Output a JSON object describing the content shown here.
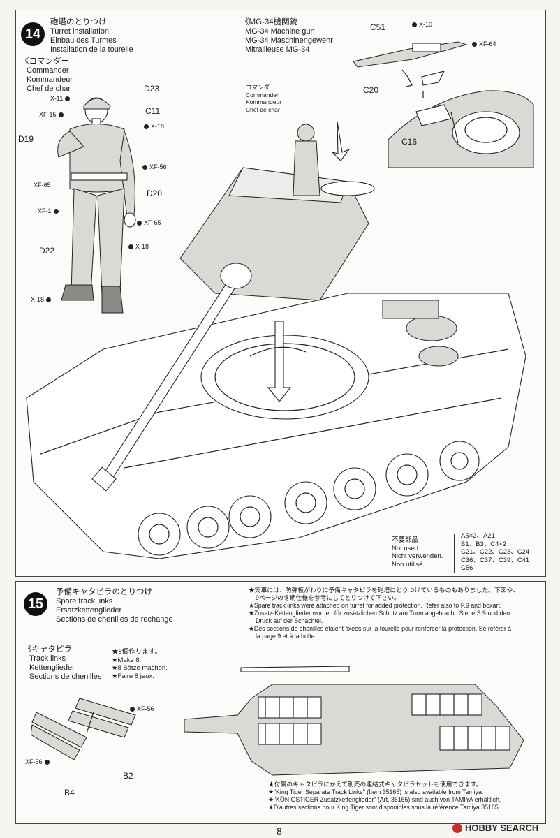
{
  "step14": {
    "number": "14",
    "title_jp": "砲塔のとりつけ",
    "title_en": "Turret installation",
    "title_de": "Einbau des Turmes",
    "title_fr": "Installation de la tourelle",
    "commander_jp": "《コマンダー",
    "commander_en": "Commander",
    "commander_de": "Kommandeur",
    "commander_fr": "Chef de char",
    "mg_jp": "《MG-34機関銃",
    "mg_en": "MG-34 Machine gun",
    "mg_de": "MG-34 Maschinengewehr",
    "mg_fr": "Mitrailleuse MG-34",
    "small_commander_jp": "コマンダー",
    "small_commander_en": "Commander",
    "small_commander_de": "Kommandeur",
    "small_commander_fr": "Chef de char",
    "parts": {
      "d23": "D23",
      "c11": "C11",
      "d19": "D19",
      "d20": "D20",
      "d22": "D22",
      "c51": "C51",
      "c20": "C20",
      "c16": "C16"
    },
    "paints": {
      "x11": "X-11",
      "xf15": "XF-15",
      "x18a": "X-18",
      "xf56": "XF-56",
      "xf65a": "XF-65",
      "xf1": "XF-1",
      "xf65b": "XF-65",
      "x18b": "X-18",
      "x18c": "X-18",
      "x10": "X-10",
      "xf64": "XF-64"
    },
    "unused_jp": "不要部品",
    "unused_en": "Not used.",
    "unused_de": "Nicht verwenden.",
    "unused_fr": "Non utilisé.",
    "unused_parts": [
      "A5×2、A21",
      "B1、B3、C4×2",
      "C21、C22、C23、C24",
      "C36、C37、C39、C41",
      "C56"
    ]
  },
  "step15": {
    "number": "15",
    "title_jp": "予備キャタピラのとりつけ",
    "title_en": "Spare track links",
    "title_de": "Ersatzkettenglieder",
    "title_fr": "Sections de chenilles de rechange",
    "note_jp": "★実車には、防弾板がわりに予備キャタピラを砲塔にとりつけているものもありました。下図や、",
    "note_jp2": "9ページの冬期仕様を参考にしてとりつけて下さい。",
    "note_en": "★Spare track links were attached on turret for added protection. Refer also to P.9 and boxart.",
    "note_de": "★Zusatz-Kettenglieder wurden für zusätzlichen Schutz am Turm angebracht. Siehe S.9 und den",
    "note_de2": "Druck auf der Schachtel.",
    "note_fr": "★Des sections de chenilles étaient fixées sur la tourelle pour renforcer la protection. Se référer à",
    "note_fr2": "la page 9 et à la boîte.",
    "track_jp": "《キャタピラ",
    "track_en": "Track links",
    "track_de": "Kettenglieder",
    "track_fr": "Sections de chenilles",
    "make_jp": "★8個作ります。",
    "make_en": "★Make 8.",
    "make_de": "★8 Sätze machen.",
    "make_fr": "★Faire 8 jeux.",
    "paint_xf56a": "XF-56",
    "paint_xf56b": "XF-56",
    "part_b2": "B2",
    "part_b4": "B4",
    "bottom_jp": "★付属のキャタピラにかえて別売の連結式キャタピラセットも使用できます。",
    "bottom_en": "★\"King Tiger Separate Track Links\" (Item 35165) is also available from Tamiya.",
    "bottom_de": "★\"KÖNIGSTIGER Zusatzkettenglieder\" (Art. 35165) sind auch von TAMIYA erhältlich.",
    "bottom_fr": "★D'autres sections pour King Tiger sont disponibles sous la référence Tamiya 35165."
  },
  "page_number": "8",
  "watermark": "HOBBY SEARCH"
}
